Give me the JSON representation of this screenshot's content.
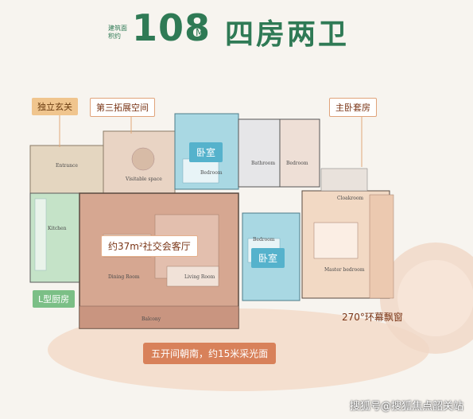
{
  "header": {
    "area_tag": "建筑面积约",
    "area_value": "108",
    "area_unit": "M²",
    "layout_title": "四房两卫"
  },
  "callouts": {
    "entrance": "独立玄关",
    "third_space": "第三拓展空间",
    "master_suite": "主卧套房",
    "bedroom_1": "卧室",
    "bedroom_2": "卧室",
    "social_hall": "约37m²社交会客厅",
    "kitchen": "L型厨房",
    "bay_window": "270°环幕飘窗",
    "south_facing": "五开间朝南，约15米采光面"
  },
  "room_labels": {
    "entrance": "Entrance",
    "kitchen": "Kitchen",
    "visitable": "Visitable space",
    "bedroom_1": "Bedroom",
    "bathroom": "Bathroom",
    "bedroom_small": "Bedroom",
    "bedroom_2": "Bedroom",
    "cloakroom": "Cloakroom",
    "master": "Master bedroom",
    "dining": "Dining Room",
    "living": "Living Room",
    "balcony": "Balcony"
  },
  "watermark": "搜狐号@搜狐焦点韶关站",
  "colors": {
    "brand_green": "#2f7a55",
    "kitchen_green": "#bfe0c4",
    "bedroom_blue": "#a9d8e3",
    "living_clay": "#d6a791",
    "master_peach": "#f2d9c4",
    "orange_accent": "#d8815a"
  }
}
